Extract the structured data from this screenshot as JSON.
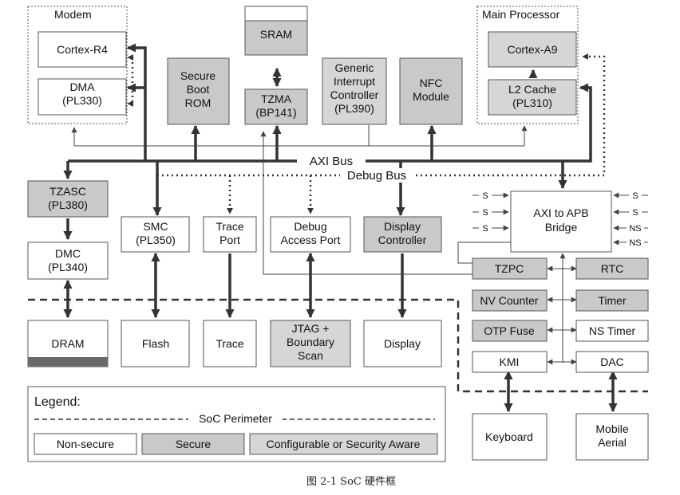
{
  "regions": {
    "modem": "Modem",
    "main_processor": "Main Processor"
  },
  "blocks": {
    "cortex_r4": [
      "Cortex-R4"
    ],
    "dma": [
      "DMA",
      "(PL330)"
    ],
    "secure_boot_rom": [
      "Secure",
      "Boot",
      "ROM"
    ],
    "sram": [
      "SRAM"
    ],
    "tzma": [
      "TZMA",
      "(BP141)"
    ],
    "gic": [
      "Generic",
      "Interrupt",
      "Controller",
      "(PL390)"
    ],
    "nfc": [
      "NFC",
      "Module"
    ],
    "cortex_a9": [
      "Cortex-A9"
    ],
    "l2_cache": [
      "L2 Cache",
      "(PL310)"
    ],
    "tzasc": [
      "TZASC",
      "(PL380)"
    ],
    "dmc": [
      "DMC",
      "(PL340)"
    ],
    "smc": [
      "SMC",
      "(PL350)"
    ],
    "trace_port": [
      "Trace",
      "Port"
    ],
    "debug_access_port": [
      "Debug",
      "Access Port"
    ],
    "display_controller": [
      "Display",
      "Controller"
    ],
    "axi_apb_bridge": [
      "AXI to APB",
      "Bridge"
    ],
    "tzpc": [
      "TZPC"
    ],
    "rtc": [
      "RTC"
    ],
    "nv_counter": [
      "NV Counter"
    ],
    "timer": [
      "Timer"
    ],
    "otp_fuse": [
      "OTP Fuse"
    ],
    "ns_timer": [
      "NS Timer"
    ],
    "kmi": [
      "KMI"
    ],
    "dac": [
      "DAC"
    ],
    "dram": [
      "DRAM"
    ],
    "flash": [
      "Flash"
    ],
    "trace": [
      "Trace"
    ],
    "jtag": [
      "JTAG +",
      "Boundary",
      "Scan"
    ],
    "display": [
      "Display"
    ],
    "keyboard": [
      "Keyboard"
    ],
    "mobile_aerial": [
      "Mobile",
      "Aerial"
    ]
  },
  "buses": {
    "axi": "AXI Bus",
    "debug": "Debug Bus"
  },
  "bridge_signals": {
    "left": [
      "S",
      "S",
      "S"
    ],
    "right": [
      "S",
      "S",
      "NS",
      "NS"
    ]
  },
  "legend": {
    "title": "Legend:",
    "perimeter": "SoC Perimeter",
    "non_secure": "Non-secure",
    "secure": "Secure",
    "configurable": "Configurable or Security Aware"
  },
  "caption": "图 2-1   SoC 硬件框",
  "colors": {
    "secure_fill": "#c9c9c9",
    "configurable_fill": "#d6d6d6",
    "non_secure_fill": "#ffffff"
  }
}
